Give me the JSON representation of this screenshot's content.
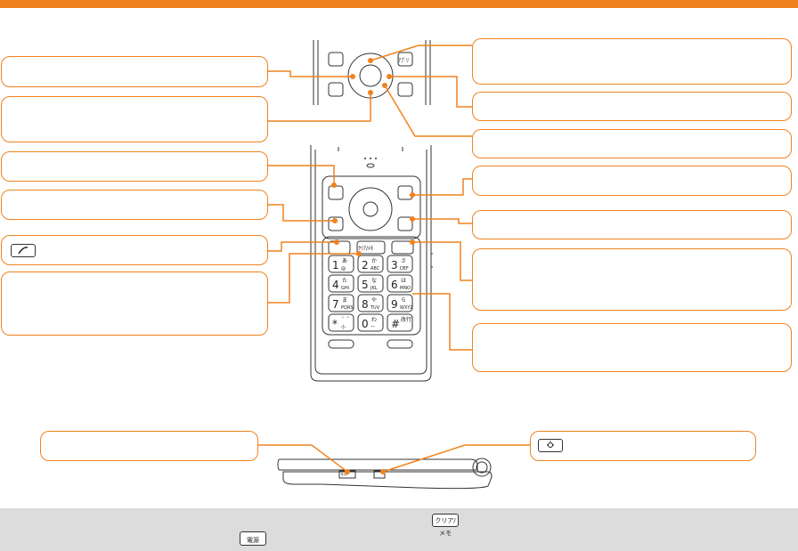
{
  "diagram": {
    "accent_color": "#f0821e",
    "footer_bg": "#dcdcdc",
    "icons": {
      "call_key": "phone-handset-icon",
      "light_key": "light-bulb-icon",
      "clear_key_label": "クリア/メモ",
      "power_key_label": "電源",
      "side_key_label": "ｻｲﾄﾞ",
      "app_key_label": "ｱﾌﾟﾘ",
      "clear_memo_key_label": "ｸﾘｱ/ﾒﾓ"
    },
    "keypad": [
      {
        "num": "1",
        "kana": "あ",
        "sub": "@"
      },
      {
        "num": "2",
        "kana": "か",
        "sub": "ABC"
      },
      {
        "num": "3",
        "kana": "さ",
        "sub": "DEF"
      },
      {
        "num": "4",
        "kana": "た",
        "sub": "GHI"
      },
      {
        "num": "5",
        "kana": "な",
        "sub": "JKL"
      },
      {
        "num": "6",
        "kana": "は",
        "sub": "MNO"
      },
      {
        "num": "7",
        "kana": "ま",
        "sub": "PQRS"
      },
      {
        "num": "8",
        "kana": "や",
        "sub": "TUV"
      },
      {
        "num": "9",
        "kana": "ら",
        "sub": "WXYZ"
      },
      {
        "num": "*",
        "kana": "゛゜",
        "sub": "小"
      },
      {
        "num": "0",
        "kana": "わ",
        "sub": "ー"
      },
      {
        "num": "#",
        "kana": "改行",
        "sub": ""
      }
    ]
  }
}
